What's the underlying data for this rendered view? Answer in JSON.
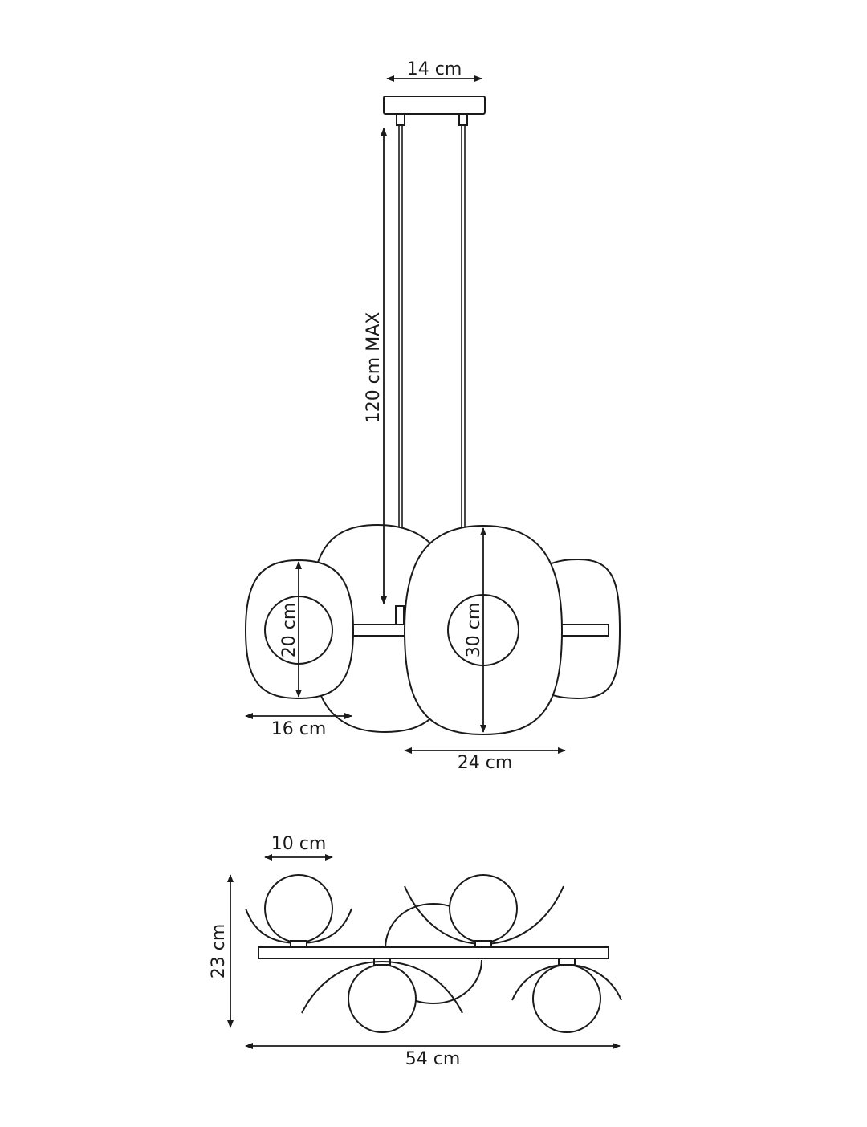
{
  "diagram": {
    "dimensions": {
      "canopy_width": "14 cm",
      "suspension_length": "120 cm MAX",
      "small_shade_height": "20 cm",
      "small_shade_width": "16 cm",
      "large_shade_height": "30 cm",
      "large_shade_width": "24 cm",
      "globe_diameter": "10 cm",
      "total_height": "23 cm",
      "total_width": "54 cm"
    }
  }
}
